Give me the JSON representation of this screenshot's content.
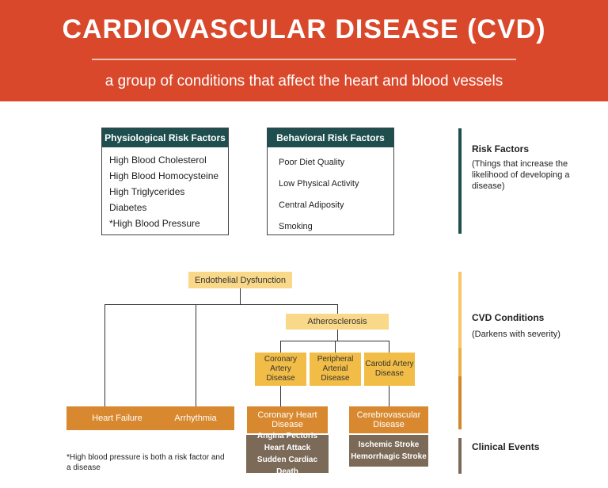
{
  "header": {
    "title": "CARDIOVASCULAR DISEASE (CVD)",
    "subtitle": "a group of conditions that affect the heart and blood vessels"
  },
  "physiological": {
    "heading": "Physiological Risk Factors",
    "items": [
      "High Blood Cholesterol",
      "High Blood Homocysteine",
      "High Triglycerides",
      "Diabetes",
      "*High Blood Pressure"
    ]
  },
  "behavioral": {
    "heading": "Behavioral Risk Factors",
    "items": [
      "Poor Diet Quality",
      "Low Physical Activity",
      "Central Adiposity",
      "Smoking"
    ]
  },
  "legend": {
    "risk_title": "Risk Factors",
    "risk_desc": "(Things that increase the likelihood of developing a disease)",
    "cvd_title": "CVD Conditions",
    "cvd_desc": "(Darkens with severity)",
    "events_title": "Clinical Events"
  },
  "nodes": {
    "endothelial": "Endothelial Dysfunction",
    "atherosclerosis": "Atherosclerosis",
    "coronary_artery": "Coronary Artery Disease",
    "peripheral_arterial": "Peripheral Arterial Disease",
    "carotid_artery": "Carotid Artery Disease",
    "heart_failure": "Heart Failure",
    "arrhythmia": "Arrhythmia",
    "coronary_heart": "Coronary Heart Disease",
    "cerebrovascular": "Cerebrovascular Disease"
  },
  "events": {
    "coronary": [
      "Angina Pectoris",
      "Heart Attack",
      "Sudden Cardiac Death"
    ],
    "cerebro": [
      "Ischemic Stroke",
      "Hemorrhagic Stroke"
    ]
  },
  "colors": {
    "header": "#d9482b",
    "box_header": "#1f4e4f",
    "light": "#f9d889",
    "mid": "#f2bd46",
    "dark": "#d8892f",
    "event": "#7b6a58"
  },
  "footnote": "*High blood pressure is both a risk factor and a disease"
}
